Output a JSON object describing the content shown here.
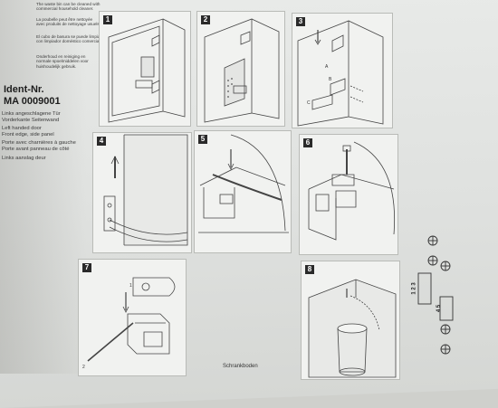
{
  "info": {
    "texts": [
      "The waste bin can be cleaned with commercial household cleaner.",
      "La poubelle peut être nettoyée avec produits de nettoyage usuels.",
      "El cubo de basura se puede limpiar con limpiador doméstico comercial.",
      "Onderhoud en reiniging en normale spoelmiddelen voor huishoudelijk gebruik."
    ],
    "ident_label": "Ident-Nr.",
    "ident_number": "MA 0009001",
    "door_lines": [
      "Links angeschlagene Tür",
      "Vorderkante Seitenwand",
      "Left handed door",
      "Front edge, side panel",
      "Porte avec charnières à gauche",
      "Porte avant panneau de côté",
      "Links aanslag deur"
    ]
  },
  "steps": [
    "1",
    "2",
    "3",
    "4",
    "5",
    "6",
    "7",
    "8"
  ],
  "step3_labels": [
    "A",
    "B",
    "C"
  ],
  "step7_labels": [
    "1",
    "2"
  ],
  "bottom_caption": "Schrankboden",
  "wiring": {
    "labels": [
      "1 2 3",
      "4 5"
    ]
  }
}
